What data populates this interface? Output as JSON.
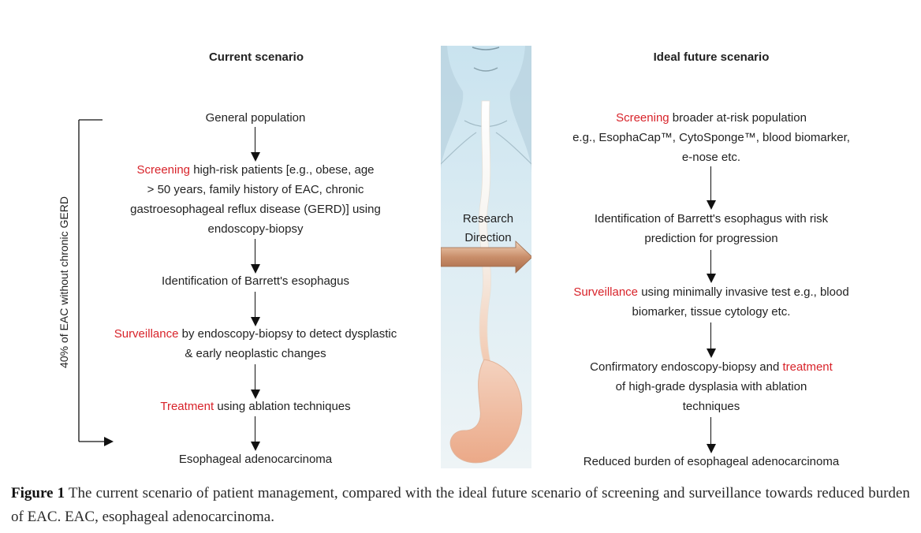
{
  "left": {
    "heading": "Current scenario",
    "side_label": "40% of EAC without chronic GERD",
    "steps": [
      {
        "lines": [
          [
            {
              "t": "General population"
            }
          ]
        ]
      },
      {
        "lines": [
          [
            {
              "t": "Screening",
              "hl": true
            },
            {
              "t": " high-risk patients [e.g., obese, age"
            }
          ],
          [
            {
              "t": "> 50 years, family history of EAC, chronic"
            }
          ],
          [
            {
              "t": "gastroesophageal reflux disease (GERD)] using"
            }
          ],
          [
            {
              "t": "endoscopy-biopsy"
            }
          ]
        ]
      },
      {
        "lines": [
          [
            {
              "t": "Identification of Barrett's esophagus"
            }
          ]
        ]
      },
      {
        "lines": [
          [
            {
              "t": "Surveillance",
              "hl": true
            },
            {
              "t": " by endoscopy-biopsy to detect dysplastic"
            }
          ],
          [
            {
              "t": "& early neoplastic changes"
            }
          ]
        ]
      },
      {
        "lines": [
          [
            {
              "t": "Treatment",
              "hl": true
            },
            {
              "t": " using ablation techniques"
            }
          ]
        ]
      },
      {
        "lines": [
          [
            {
              "t": "Esophageal adenocarcinoma"
            }
          ]
        ]
      }
    ]
  },
  "middle": {
    "line1": "Research",
    "line2": "Direction"
  },
  "right": {
    "heading": "Ideal future scenario",
    "steps": [
      {
        "lines": [
          [
            {
              "t": "Screening",
              "hl": true
            },
            {
              "t": " broader at-risk population"
            }
          ],
          [
            {
              "t": "e.g., EsophaCap™, CytoSponge™, blood biomarker,"
            }
          ],
          [
            {
              "t": "e-nose etc."
            }
          ]
        ]
      },
      {
        "lines": [
          [
            {
              "t": "Identification of Barrett's esophagus with risk"
            }
          ],
          [
            {
              "t": "prediction for progression"
            }
          ]
        ]
      },
      {
        "lines": [
          [
            {
              "t": "Surveillance",
              "hl": true
            },
            {
              "t": " using minimally invasive test e.g., blood"
            }
          ],
          [
            {
              "t": "biomarker, tissue cytology etc."
            }
          ]
        ]
      },
      {
        "lines": [
          [
            {
              "t": "Confirmatory endoscopy-biopsy and "
            },
            {
              "t": "treatment",
              "hl": true
            }
          ],
          [
            {
              "t": "of high-grade dysplasia with ablation"
            }
          ],
          [
            {
              "t": "techniques"
            }
          ]
        ]
      },
      {
        "lines": [
          [
            {
              "t": "Reduced burden of esophageal adenocarcinoma"
            }
          ]
        ]
      }
    ]
  },
  "caption": {
    "label": "Figure 1",
    "text": " The current scenario of patient management, compared with the ideal future scenario of screening and surveillance towards reduced burden of EAC. EAC, esophageal adenocarcinoma."
  },
  "colors": {
    "highlight": "#d8232a",
    "text": "#222222"
  },
  "icons": {
    "middle_image": "esophagus-anatomy-illustration",
    "direction_arrow": "right-arrow-icon"
  }
}
